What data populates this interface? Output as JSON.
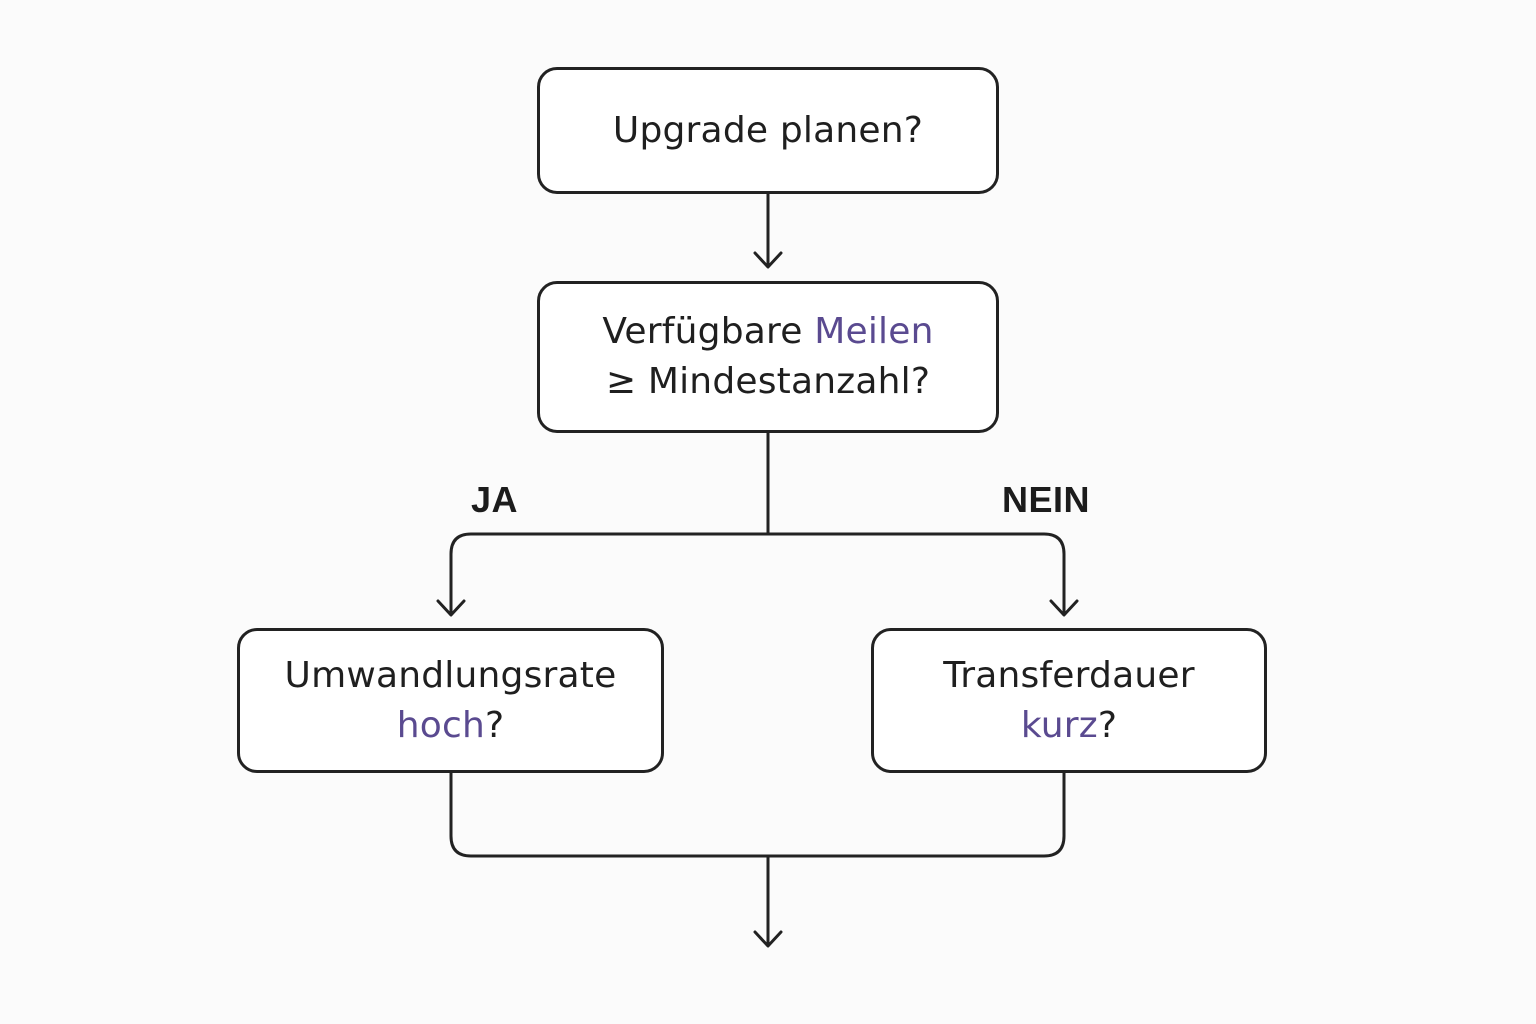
{
  "diagram": {
    "accent_color": "#5a4a90",
    "start": {
      "text": "Upgrade planen?"
    },
    "miles_check": {
      "line1_prefix": "Verfügbare ",
      "line1_accent": "Meilen",
      "line2": "≥ Mindestanzahl?"
    },
    "branch_yes": "JA",
    "branch_no": "NEIN",
    "rate_check": {
      "line1": "Umwandlungsrate",
      "line2_accent": "hoch",
      "line2_suffix": "?"
    },
    "transfer_check": {
      "line1": "Transferdauer",
      "line2_accent": "kurz",
      "line2_suffix": "?"
    }
  }
}
